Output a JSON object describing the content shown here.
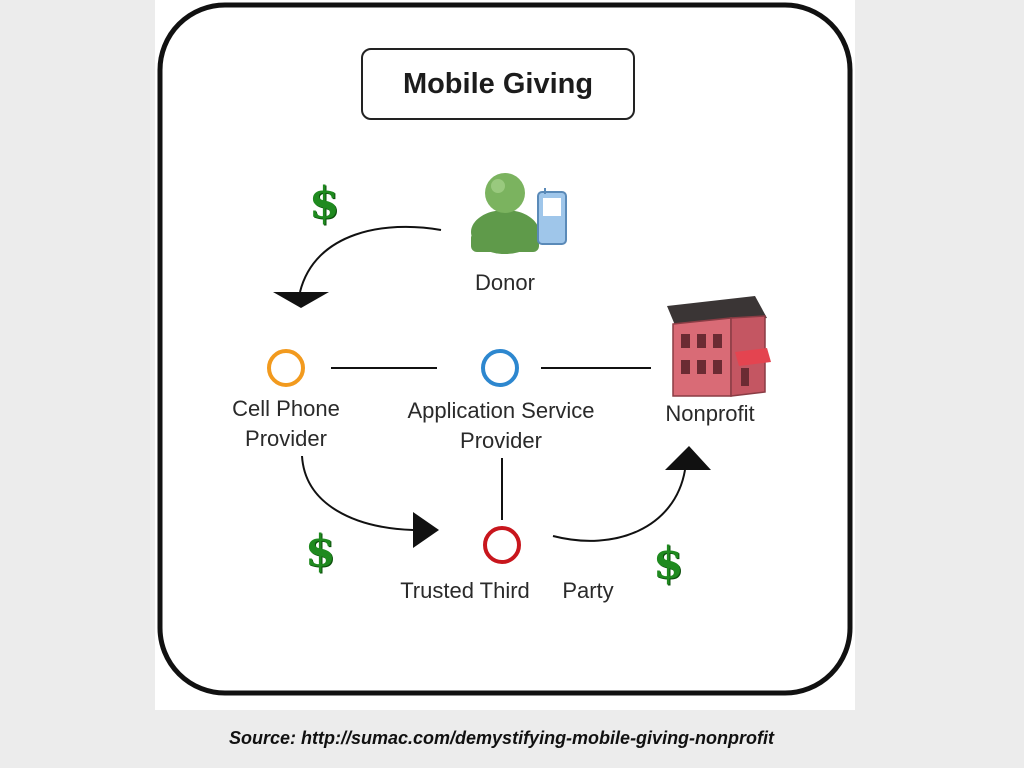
{
  "title": "Mobile Giving",
  "nodes": {
    "donor": "Donor",
    "cell_phone_provider_line1": "Cell Phone",
    "cell_phone_provider_line2": "Provider",
    "app_service_provider_line1": "Application Service",
    "app_service_provider_line2": "Provider",
    "nonprofit": "Nonprofit",
    "trusted_third": "Trusted Third",
    "party": "Party"
  },
  "money_symbol": "$",
  "source": "Source: http://sumac.com/demystifying-mobile-giving-nonprofit",
  "colors": {
    "cell_phone_provider": "#f29a1e",
    "app_service_provider": "#2d87cf",
    "trusted_third_party": "#c8161d",
    "money": "#1f8a1f",
    "donor_figure": "#5f9a4a",
    "building": "#d96b76"
  }
}
